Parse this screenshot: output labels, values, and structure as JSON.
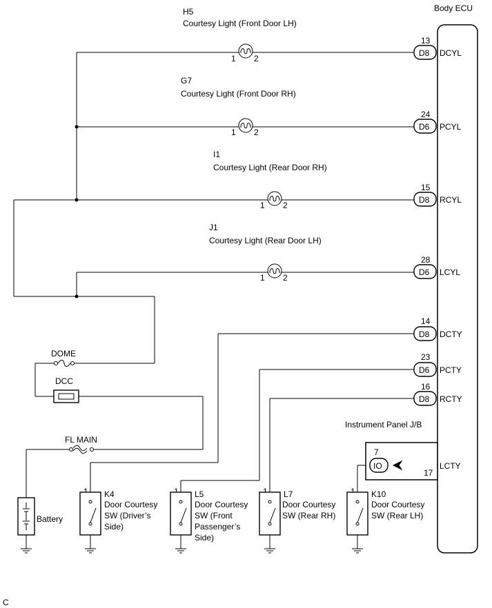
{
  "ecu": {
    "title": "Body ECU"
  },
  "lights": [
    {
      "code": "H5",
      "name": "Courtesy Light (Front Door LH)",
      "pin_left": "1",
      "pin_right": "2",
      "ecu_pin": "13",
      "connector": "D8",
      "signal": "DCYL"
    },
    {
      "code": "G7",
      "name": "Courtesy Light (Front Door RH)",
      "pin_left": "1",
      "pin_right": "2",
      "ecu_pin": "24",
      "connector": "D6",
      "signal": "PCYL"
    },
    {
      "code": "I1",
      "name": "Courtesy Light (Rear Door RH)",
      "pin_left": "1",
      "pin_right": "2",
      "ecu_pin": "15",
      "connector": "D8",
      "signal": "RCYL"
    },
    {
      "code": "J1",
      "name": "Courtesy Light (Rear Door LH)",
      "pin_left": "1",
      "pin_right": "2",
      "ecu_pin": "28",
      "connector": "D6",
      "signal": "LCYL"
    }
  ],
  "switch_inputs": [
    {
      "ecu_pin": "14",
      "connector": "D8",
      "signal": "DCTY"
    },
    {
      "ecu_pin": "23",
      "connector": "D6",
      "signal": "PCTY"
    },
    {
      "ecu_pin": "16",
      "connector": "D8",
      "signal": "RCTY"
    }
  ],
  "fuses": {
    "dome": "DOME",
    "dcc": "DCC",
    "fl_main": "FL MAIN"
  },
  "battery": {
    "label": "Battery"
  },
  "junction_block": {
    "title": "Instrument Panel J/B",
    "pin_in": "7",
    "io_label": "IO",
    "pin_out": "17",
    "signal": "LCTY"
  },
  "switches": [
    {
      "pin": "1",
      "code": "K4",
      "line1": "Door Courtesy",
      "line2": "SW (Driver’s",
      "line3": "Side)"
    },
    {
      "pin": "1",
      "code": "L5",
      "line1": "Door Courtesy",
      "line2": "SW (Front",
      "line3": "Passenger’s",
      "line4": "Side)"
    },
    {
      "pin": "1",
      "code": "L7",
      "line1": "Door Courtesy",
      "line2": "SW (Rear RH)"
    },
    {
      "pin": "1",
      "code": "K10",
      "line1": "Door Courtesy",
      "line2": "SW (Rear LH)"
    }
  ],
  "footer": {
    "code": "C"
  }
}
